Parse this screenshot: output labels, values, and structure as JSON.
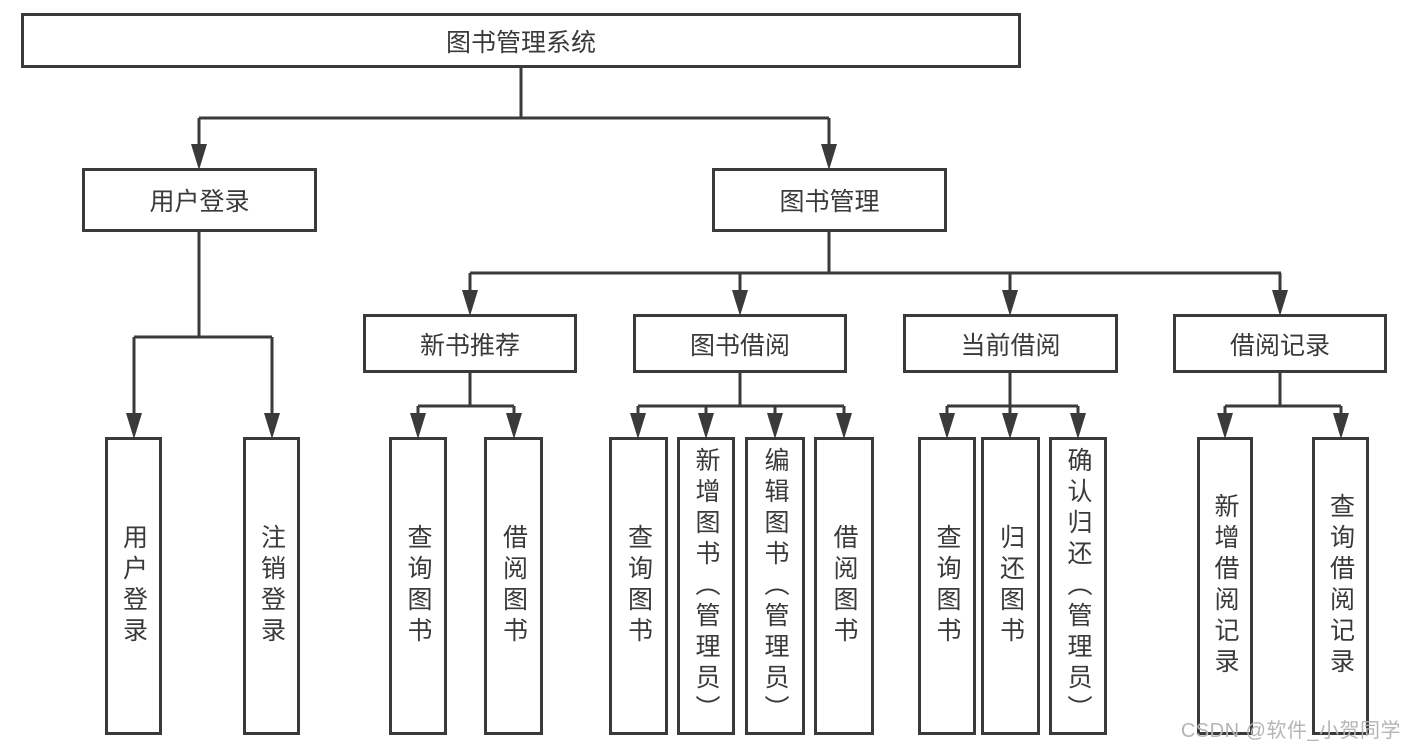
{
  "tree": {
    "root": {
      "label": "图书管理系统",
      "children": [
        {
          "label": "用户登录",
          "children": [
            {
              "label": "用户登录"
            },
            {
              "label": "注销登录"
            }
          ]
        },
        {
          "label": "图书管理",
          "children": [
            {
              "label": "新书推荐",
              "children": [
                {
                  "label": "查询图书"
                },
                {
                  "label": "借阅图书"
                }
              ]
            },
            {
              "label": "图书借阅",
              "children": [
                {
                  "label": "查询图书"
                },
                {
                  "label": "新增图书（管理员）"
                },
                {
                  "label": "编辑图书（管理员）"
                },
                {
                  "label": "借阅图书"
                }
              ]
            },
            {
              "label": "当前借阅",
              "children": [
                {
                  "label": "查询图书"
                },
                {
                  "label": "归还图书"
                },
                {
                  "label": "确认归还（管理员）"
                }
              ]
            },
            {
              "label": "借阅记录",
              "children": [
                {
                  "label": "新增借阅记录"
                },
                {
                  "label": "查询借阅记录"
                }
              ]
            }
          ]
        }
      ]
    }
  },
  "watermark": {
    "text": "CSDN @软件_小贺同学"
  },
  "colors": {
    "line": "#3a3a3a",
    "text": "#3a3a3a",
    "watermark": "#b5b5b5",
    "background": "#ffffff"
  }
}
